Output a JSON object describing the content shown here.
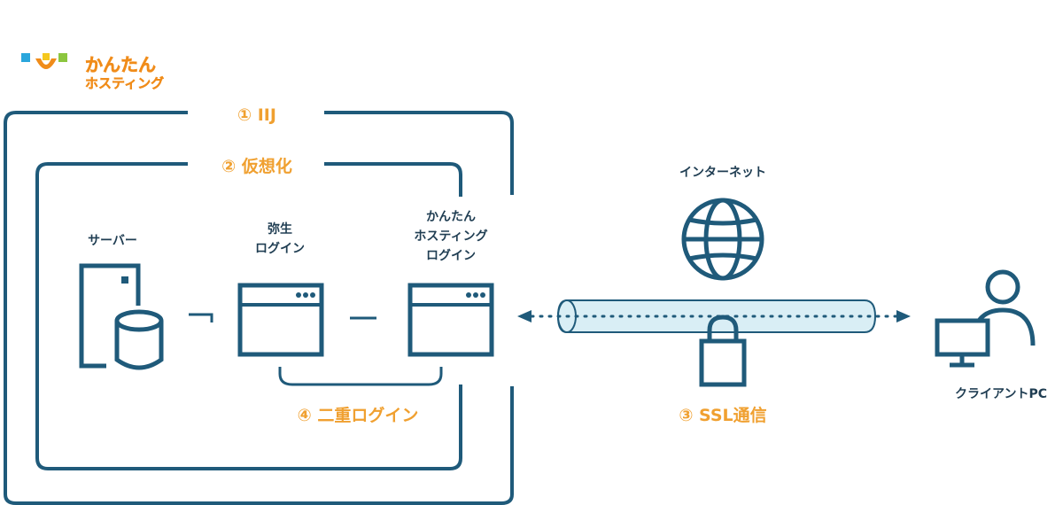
{
  "logo": {
    "line1": "かんたん",
    "line2": "ホスティング"
  },
  "regions": {
    "iij": "① IIJ",
    "virtualization": "② 仮想化",
    "double_login": "④ 二重ログイン",
    "ssl": "③ SSL通信"
  },
  "nodes": {
    "server": "サーバー",
    "yayoi_login": [
      "弥生",
      "ログイン"
    ],
    "hosting_login": [
      "かんたん",
      "ホスティング",
      "ログイン"
    ],
    "internet": "インターネット",
    "client_pc": "クライアントPC"
  },
  "colors": {
    "primary": "#1f5a7a",
    "accent": "#f0a030",
    "tube_fill": "#d9eef5",
    "logo_orange": "#f08c1a",
    "logo_blue": "#2aa6dc",
    "logo_yellow": "#f5c81e",
    "logo_green": "#8cc63f"
  }
}
